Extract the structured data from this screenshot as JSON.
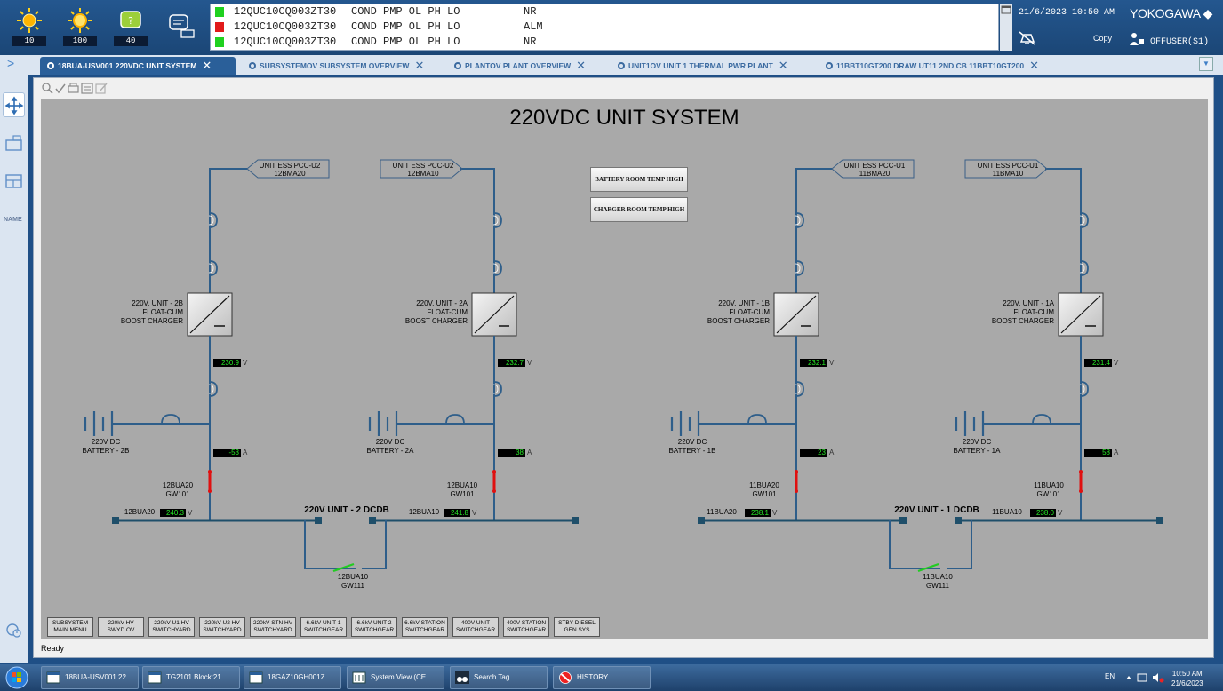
{
  "header": {
    "counters": [
      {
        "icon": "alarm-sun-icon",
        "count": "10"
      },
      {
        "icon": "alarm-sun-outline-icon",
        "count": "100"
      },
      {
        "icon": "message-icon",
        "count": "40"
      }
    ],
    "alarms": [
      {
        "status_color": "#1fd11f",
        "tag": "12QUC10CQ003ZT30",
        "text": "COND PMP OL PH LO",
        "state": "NR"
      },
      {
        "status_color": "#e11a1a",
        "tag": "12QUC10CQ003ZT30",
        "text": "COND PMP OL PH LO",
        "state": "ALM"
      },
      {
        "status_color": "#1fd11f",
        "tag": "12QUC10CQ003ZT30",
        "text": "COND PMP OL PH LO",
        "state": "NR"
      }
    ],
    "datetime": "21/6/2023 10:50 AM",
    "brand": "YOKOGAWA ◆",
    "copy_label": "Copy",
    "user": "OFFUSER(S1)"
  },
  "tabs": [
    {
      "label": "18BUA-USV001 220VDC UNIT SYSTEM",
      "active": true
    },
    {
      "label": "SUBSYSTEMOV SUBSYSTEM OVERVIEW",
      "active": false
    },
    {
      "label": "PLANTOV PLANT OVERVIEW",
      "active": false
    },
    {
      "label": "UNIT1OV UNIT 1 THERMAL PWR PLANT",
      "active": false
    },
    {
      "label": "11BBT10GT200 DRAW  UT11 2ND CB 11BBT10GT200",
      "active": false
    }
  ],
  "sidebar": {
    "name_label": "NAME"
  },
  "status": "Ready",
  "mimic": {
    "title": "220VDC UNIT SYSTEM",
    "alarm_buttons": [
      "BATTERY ROOM TEMP HIGH",
      "CHARGER ROOM TEMP HIGH"
    ],
    "feeders": [
      {
        "id": "2B",
        "source_line1": "UNIT ESS PCC-U2",
        "source_line2": "12BMA20",
        "charger_label": [
          "220V, UNIT - 2B",
          "FLOAT-CUM",
          "BOOST CHARGER"
        ],
        "voltage": "230.9",
        "current": "-53",
        "battery_label": [
          "220V DC",
          "BATTERY - 2B"
        ],
        "breaker_label": [
          "12BUA20",
          "GW101"
        ],
        "bus_tag": "12BUA20",
        "bus_voltage": "240.3"
      },
      {
        "id": "2A",
        "source_line1": "UNIT ESS PCC-U2",
        "source_line2": "12BMA10",
        "charger_label": [
          "220V, UNIT - 2A",
          "FLOAT-CUM",
          "BOOST CHARGER"
        ],
        "voltage": "232.7",
        "current": "38",
        "battery_label": [
          "220V DC",
          "BATTERY - 2A"
        ],
        "breaker_label": [
          "12BUA10",
          "GW101"
        ],
        "bus_tag": "12BUA10",
        "bus_voltage": "241.8"
      },
      {
        "id": "1B",
        "source_line1": "UNIT ESS PCC-U1",
        "source_line2": "11BMA20",
        "charger_label": [
          "220V, UNIT - 1B",
          "FLOAT-CUM",
          "BOOST CHARGER"
        ],
        "voltage": "232.1",
        "current": "23",
        "battery_label": [
          "220V DC",
          "BATTERY - 1B"
        ],
        "breaker_label": [
          "11BUA20",
          "GW101"
        ],
        "bus_tag": "11BUA20",
        "bus_voltage": "238.1"
      },
      {
        "id": "1A",
        "source_line1": "UNIT ESS PCC-U1",
        "source_line2": "11BMA10",
        "charger_label": [
          "220V, UNIT - 1A",
          "FLOAT-CUM",
          "BOOST CHARGER"
        ],
        "voltage": "231.4",
        "current": "58",
        "battery_label": [
          "220V DC",
          "BATTERY - 1A"
        ],
        "breaker_label": [
          "11BUA10",
          "GW101"
        ],
        "bus_tag": "11BUA10",
        "bus_voltage": "238.0"
      }
    ],
    "unit_units": {
      "voltage": "V",
      "current": "A"
    },
    "dcdb": [
      {
        "label": "220V UNIT - 2 DCDB",
        "tie_label": [
          "12BUA10",
          "GW111"
        ]
      },
      {
        "label": "220V UNIT - 1 DCDB",
        "tie_label": [
          "11BUA10",
          "GW111"
        ]
      }
    ],
    "colors": {
      "line": "#2e5e8a",
      "bus": "#1f4f6a",
      "breaker_closed": "#e01010",
      "tie_switch": "#22cc22",
      "value_text": "#27e827"
    },
    "nav_buttons": [
      [
        "SUBSYSTEM",
        "MAIN MENU"
      ],
      [
        "220kV HV",
        "SWYD OV"
      ],
      [
        "220kV U1 HV",
        "SWITCHYARD"
      ],
      [
        "220kV U2 HV",
        "SWITCHYARD"
      ],
      [
        "220kV STN HV",
        "SWITCHYARD"
      ],
      [
        "6.6kV UNIT 1",
        "SWITCHGEAR"
      ],
      [
        "6.6kV UNIT 2",
        "SWITCHGEAR"
      ],
      [
        "6.6kV STATION",
        "SWITCHGEAR"
      ],
      [
        "400V UNIT",
        "SWITCHGEAR"
      ],
      [
        "400V STATION",
        "SWITCHGEAR"
      ],
      [
        "STBY DIESEL",
        "GEN SYS"
      ]
    ]
  },
  "taskbar": {
    "items": [
      "18BUA-USV001 22...",
      "TG2101 Block:21 ...",
      "18GAZ10GH001Z...",
      "System View (CE...",
      "Search Tag",
      "HISTORY"
    ],
    "lang": "EN",
    "time": "10:50 AM",
    "date": "21/6/2023"
  }
}
